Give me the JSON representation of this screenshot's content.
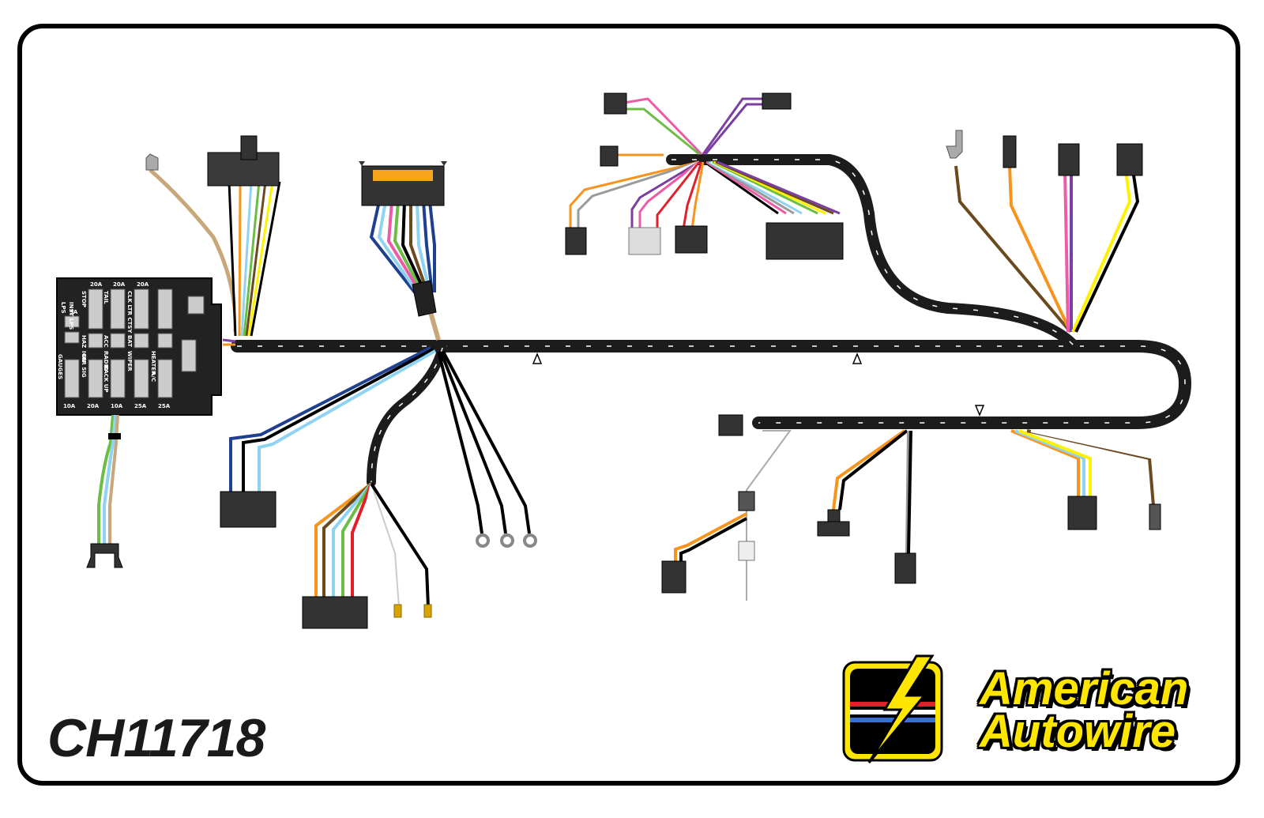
{
  "part_number": "CH11718",
  "brand": {
    "line1": "American",
    "line2": "Autowire"
  },
  "fuse_block": {
    "amps_top": [
      "20A",
      "20A",
      "20A"
    ],
    "amps_left": [
      "3A"
    ],
    "amps_bottom": [
      "10A",
      "20A",
      "10A",
      "25A",
      "25A"
    ],
    "labels": [
      "STOP",
      "TAIL",
      "CLK LTR CTSY",
      "LPS",
      "INST LPS",
      "HAZ",
      "IGN",
      "ACC",
      "RADIO",
      "BAT",
      "WIPER",
      "HEATER",
      "A/C",
      "GAUGES",
      "DIR SIG",
      "BACK UP"
    ]
  },
  "colors": {
    "harness": "#1c1c1c",
    "orange": "#f7941d",
    "brown": "#6b4a1f",
    "tan": "#c8a87a",
    "green": "#6cbd45",
    "light_blue": "#8fd3f2",
    "dark_blue": "#1f3f8f",
    "pink": "#ec5ba6",
    "purple": "#7a3fa0",
    "yellow": "#fff200",
    "red": "#e0202a",
    "gray": "#9a9a9a",
    "white": "#ffffff",
    "black": "#000000",
    "brand_yellow": "#ffe600"
  },
  "icons": [
    "fuse-block-icon",
    "connector-icon",
    "ring-terminal-icon",
    "spade-terminal-icon",
    "lightning-bolt-logo-icon"
  ]
}
